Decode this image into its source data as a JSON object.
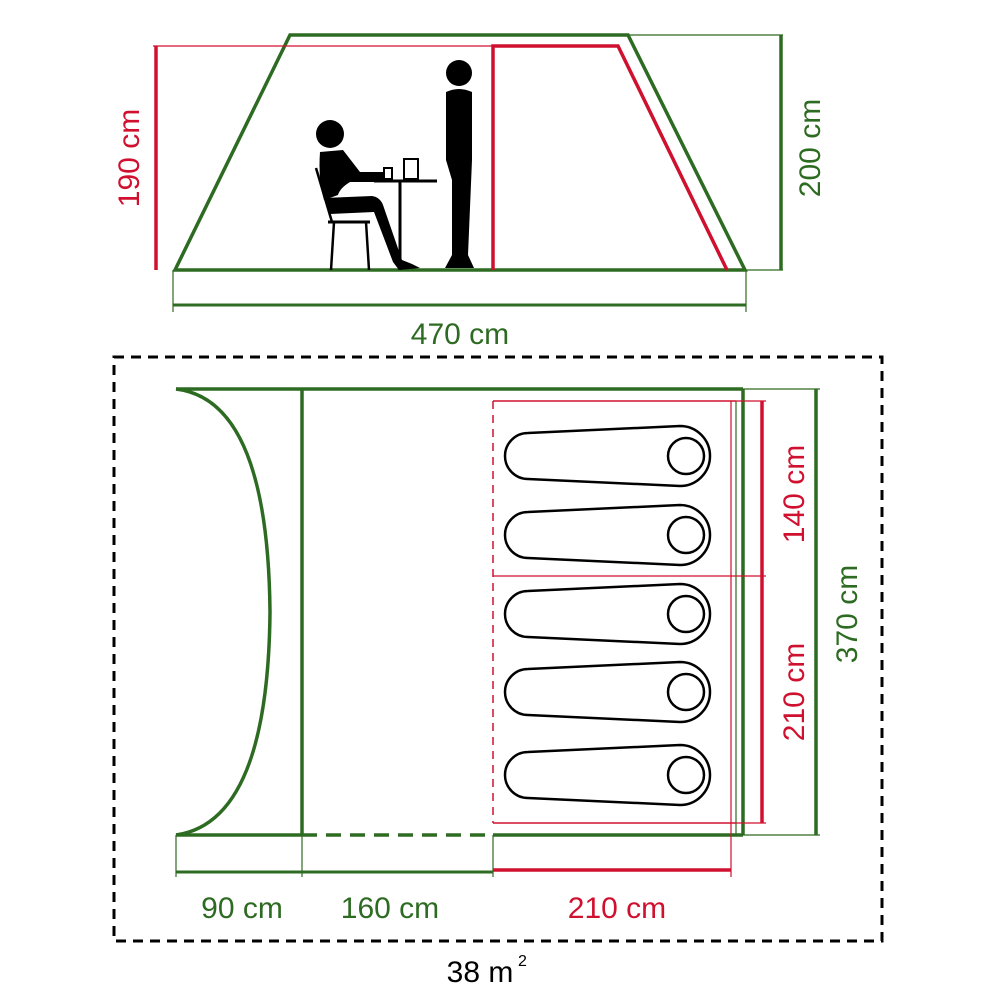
{
  "colors": {
    "outer": "#2e6b22",
    "inner": "#d0102f",
    "figure": "#000000",
    "dashed": "#000000"
  },
  "side_view": {
    "inner_height_label": "190 cm",
    "outer_height_label": "200 cm",
    "length_label": "470 cm"
  },
  "floor_plan": {
    "width_total_label": "370 cm",
    "bedroom_upper_label": "140 cm",
    "bedroom_lower_label": "210 cm",
    "porch_label": "90 cm",
    "living_label": "160 cm",
    "bedroom_depth_label": "210 cm",
    "sleeping_bags": 5
  },
  "area": {
    "value": "38 m",
    "superscript": "2"
  }
}
